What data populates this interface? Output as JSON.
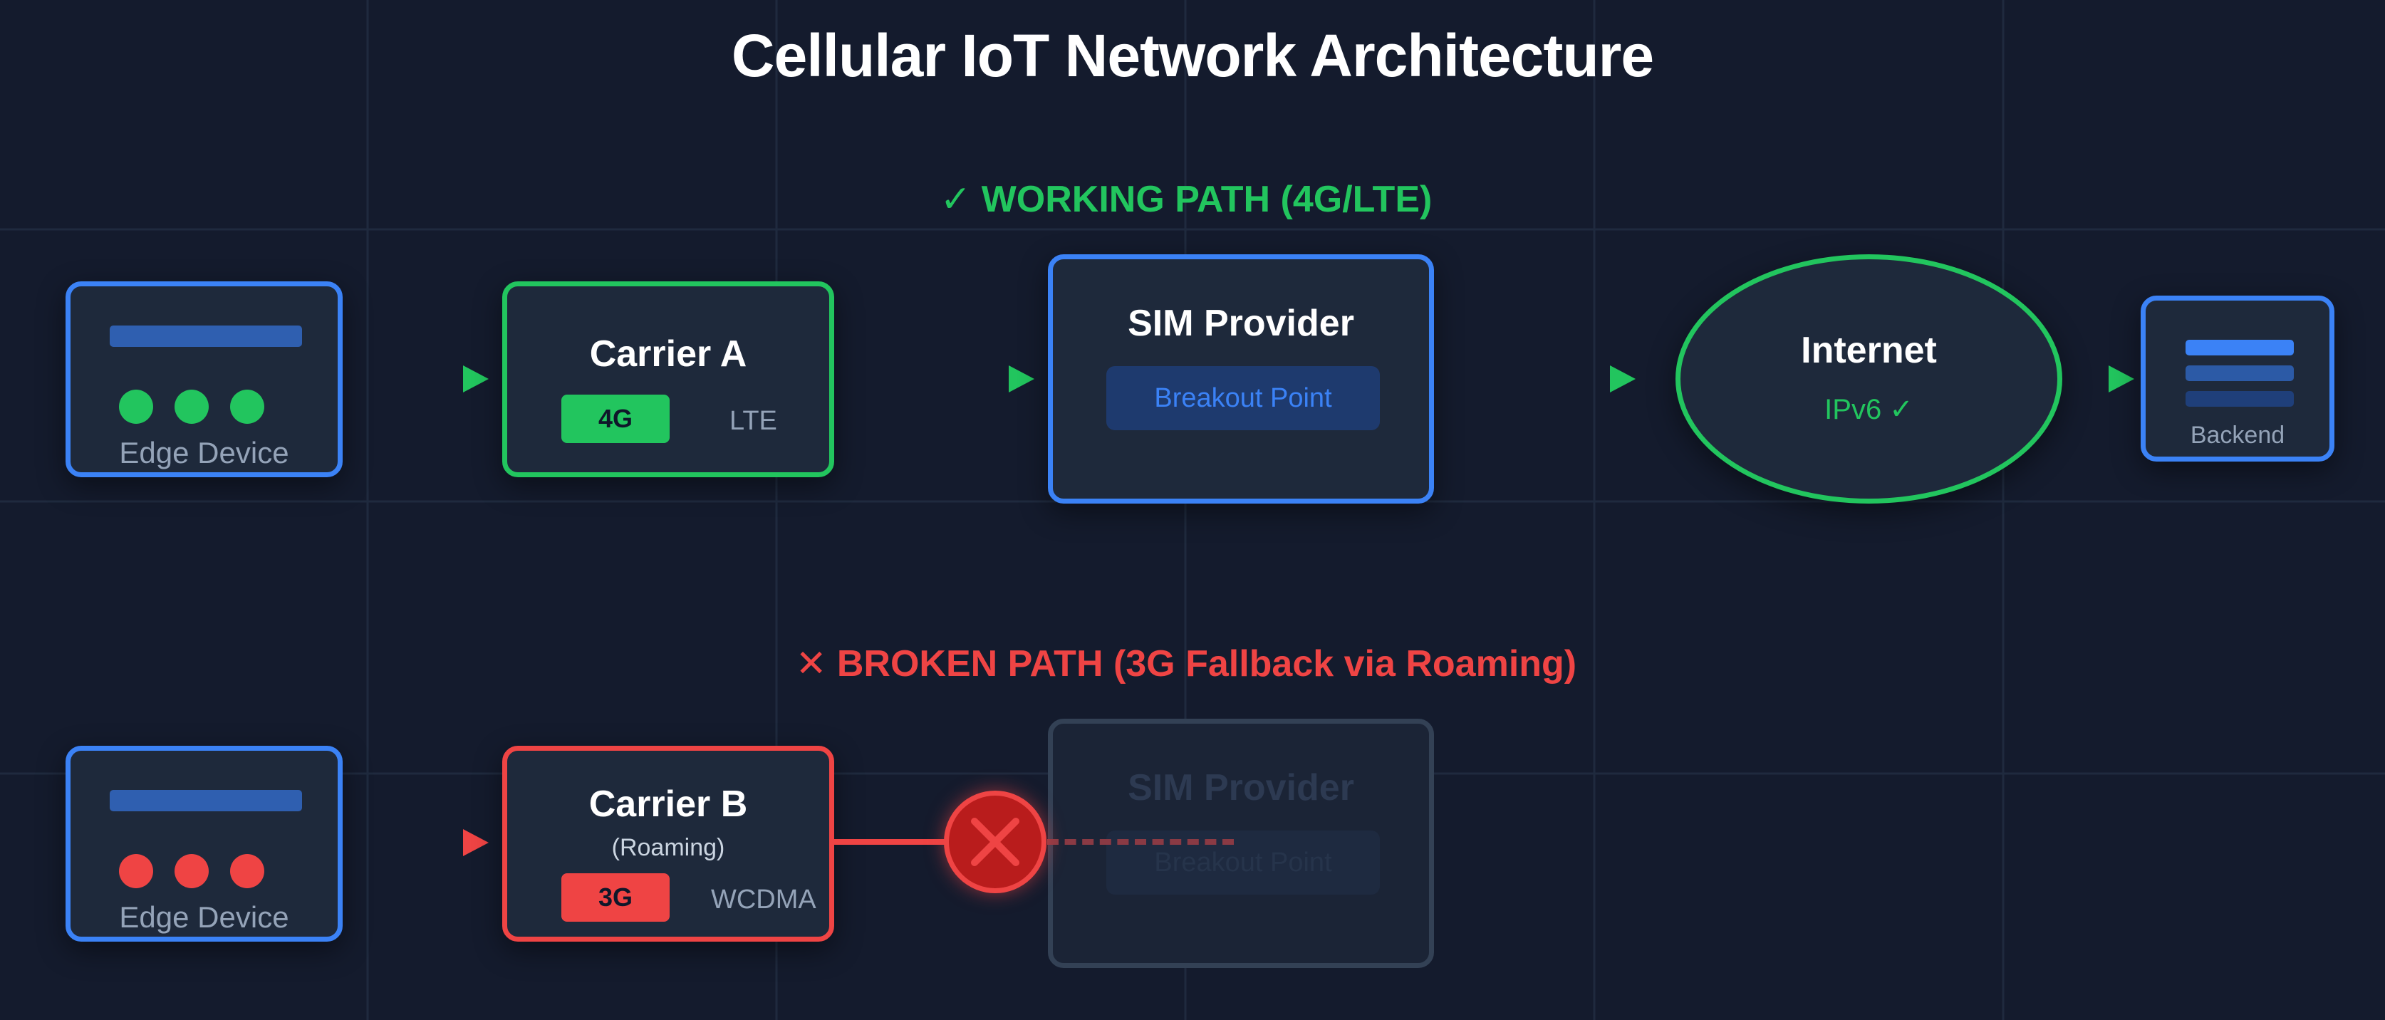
{
  "title": "Cellular IoT Network Architecture",
  "colors": {
    "background": "#141b2d",
    "card": "#1e293b",
    "blue": "#3b82f6",
    "green": "#22c55e",
    "red": "#ef4444"
  },
  "working_path": {
    "heading": "✓ WORKING PATH (4G/LTE)",
    "device": {
      "label": "Edge Device"
    },
    "carrier": {
      "title": "Carrier A",
      "badge": "4G",
      "tech": "LTE"
    },
    "sim_provider": {
      "title": "SIM Provider",
      "breakout": "Breakout Point"
    },
    "internet": {
      "title": "Internet",
      "status": "IPv6 ✓"
    },
    "backend": {
      "label": "Backend"
    }
  },
  "broken_path": {
    "heading": "✕ BROKEN PATH (3G Fallback via Roaming)",
    "device": {
      "label": "Edge Device"
    },
    "carrier": {
      "title": "Carrier B",
      "subtitle": "(Roaming)",
      "badge": "3G",
      "tech": "WCDMA"
    },
    "sim_provider": {
      "title": "SIM Provider",
      "breakout": "Breakout Point"
    },
    "failure_icon": "x-circle-icon"
  }
}
